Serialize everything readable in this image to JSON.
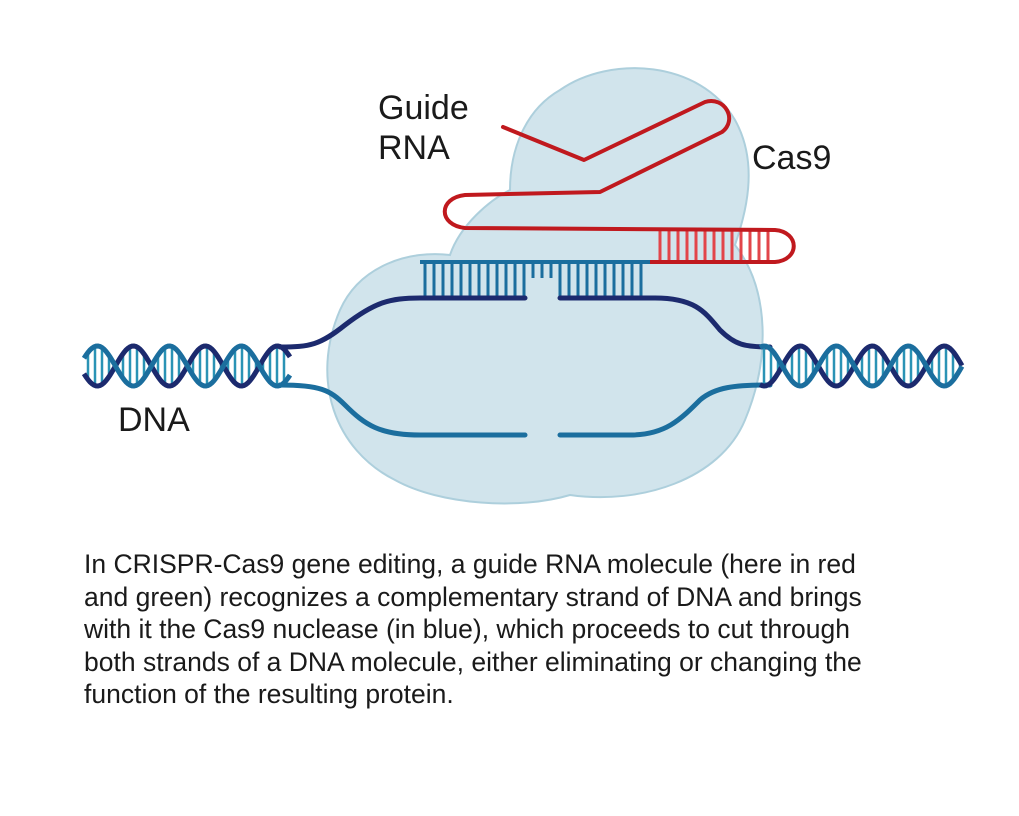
{
  "labels": {
    "guide_line1": "Guide",
    "guide_line2": "RNA",
    "cas9": "Cas9",
    "dna": "DNA"
  },
  "caption": "In CRISPR-Cas9 gene editing, a guide RNA molecule (here in red and green) recognizes a complementary strand of DNA and brings with it the Cas9 nuclease (in blue), which proceeds to cut through both strands of a DNA molecule, either eliminating or changing the function of the resulting protein.",
  "colors": {
    "cas9_fill": "#cfe3ec",
    "cas9_edge": "#a9cddb",
    "rna": "#c0191e",
    "rna_rungs": "#e2454a",
    "dna_dark": "#1c2a6e",
    "dna_light": "#1b6e9e",
    "dna_teal": "#2a93b5"
  }
}
